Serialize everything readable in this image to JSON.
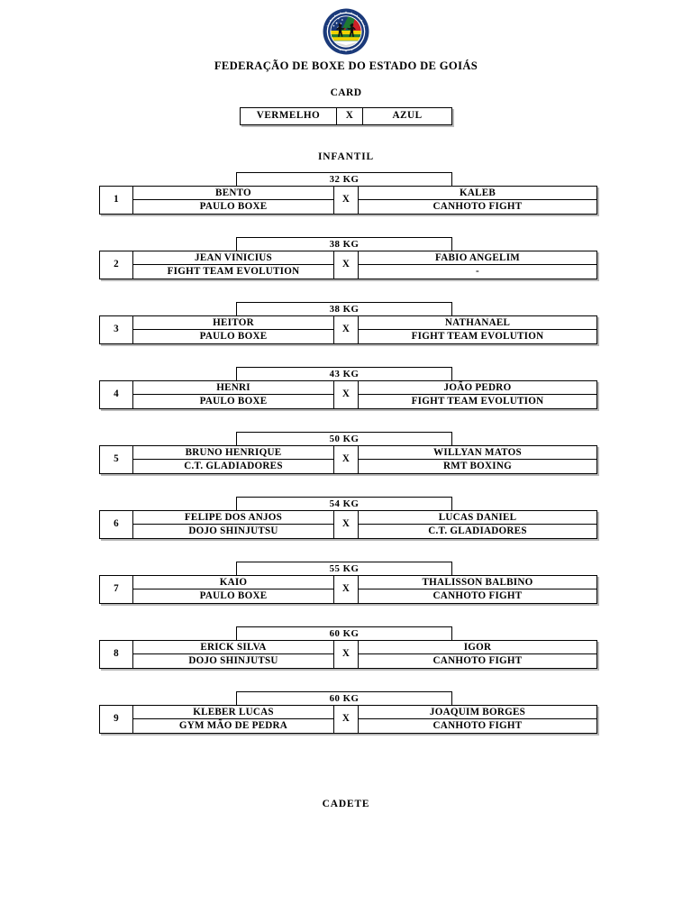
{
  "header": {
    "logo_name": "fbeg-federation-logo",
    "federation_title": "FEDERAÇÃO DE BOXE DO ESTADO DE GOIÁS",
    "card_title": "CARD"
  },
  "legend": {
    "red_corner": "VERMELHO",
    "versus": "X",
    "blue_corner": "AZUL"
  },
  "categories": {
    "primary": "INFANTIL",
    "next": "CADETE"
  },
  "bouts": [
    {
      "number": "1",
      "weight": "32 KG",
      "versus": "X",
      "red_fighter": "BENTO",
      "red_gym": "PAULO BOXE",
      "blue_fighter": "KALEB",
      "blue_gym": "CANHOTO FIGHT"
    },
    {
      "number": "2",
      "weight": "38 KG",
      "versus": "X",
      "red_fighter": "JEAN VINICIUS",
      "red_gym": "FIGHT TEAM EVOLUTION",
      "blue_fighter": "FABIO ANGELIM",
      "blue_gym": "-"
    },
    {
      "number": "3",
      "weight": "38 KG",
      "versus": "X",
      "red_fighter": "HEITOR",
      "red_gym": "PAULO BOXE",
      "blue_fighter": "NATHANAEL",
      "blue_gym": "FIGHT TEAM EVOLUTION"
    },
    {
      "number": "4",
      "weight": "43 KG",
      "versus": "X",
      "red_fighter": "HENRI",
      "red_gym": "PAULO BOXE",
      "blue_fighter": "JOÃO PEDRO",
      "blue_gym": "FIGHT TEAM EVOLUTION"
    },
    {
      "number": "5",
      "weight": "50 KG",
      "versus": "X",
      "red_fighter": "BRUNO HENRIQUE",
      "red_gym": "C.T. GLADIADORES",
      "blue_fighter": "WILLYAN MATOS",
      "blue_gym": "RMT BOXING"
    },
    {
      "number": "6",
      "weight": "54 KG",
      "versus": "X",
      "red_fighter": "FELIPE DOS ANJOS",
      "red_gym": "DOJO SHINJUTSU",
      "blue_fighter": "LUCAS DANIEL",
      "blue_gym": "C.T. GLADIADORES"
    },
    {
      "number": "7",
      "weight": "55 KG",
      "versus": "X",
      "red_fighter": "KAIO",
      "red_gym": "PAULO BOXE",
      "blue_fighter": "THALISSON BALBINO",
      "blue_gym": "CANHOTO FIGHT"
    },
    {
      "number": "8",
      "weight": "60 KG",
      "versus": "X",
      "red_fighter": "ERICK SILVA",
      "red_gym": "DOJO SHINJUTSU",
      "blue_fighter": "IGOR",
      "blue_gym": "CANHOTO FIGHT"
    },
    {
      "number": "9",
      "weight": "60 KG",
      "versus": "X",
      "red_fighter": "KLEBER LUCAS",
      "red_gym": "GYM MÃO DE PEDRA",
      "blue_fighter": "JOAQUIM BORGES",
      "blue_gym": "CANHOTO FIGHT"
    }
  ],
  "colors": {
    "logo_ring": "#1b3a7a",
    "logo_green": "#1f7a32",
    "logo_yellow": "#f2d200",
    "logo_red": "#cc2027",
    "border": "#000000",
    "shadow": "#b9b9b9",
    "page_bg": "#ffffff"
  }
}
